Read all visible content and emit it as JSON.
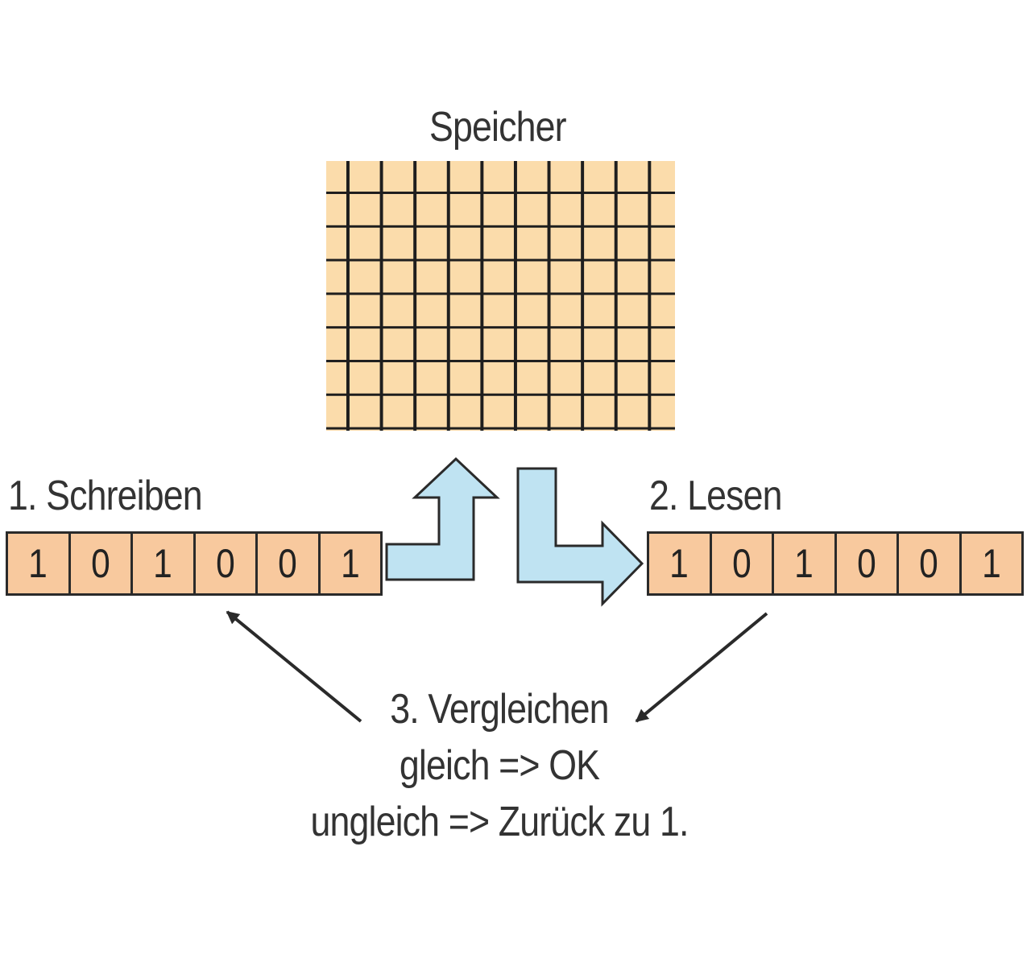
{
  "title": "Speicher",
  "steps": {
    "write": "1. Schreiben",
    "read": "2. Lesen",
    "compare": {
      "heading": "3. Vergleichen",
      "equal": "gleich => OK",
      "unequal": "ungleich => Zurück zu 1."
    }
  },
  "write_bits": [
    "1",
    "0",
    "1",
    "0",
    "0",
    "1"
  ],
  "read_bits": [
    "1",
    "0",
    "1",
    "0",
    "0",
    "1"
  ],
  "colors": {
    "memory_fill": "#fbdcab",
    "register_fill": "#f8c99e",
    "arrow_fill": "#bfe3f2",
    "outline": "#2a2a2a"
  }
}
